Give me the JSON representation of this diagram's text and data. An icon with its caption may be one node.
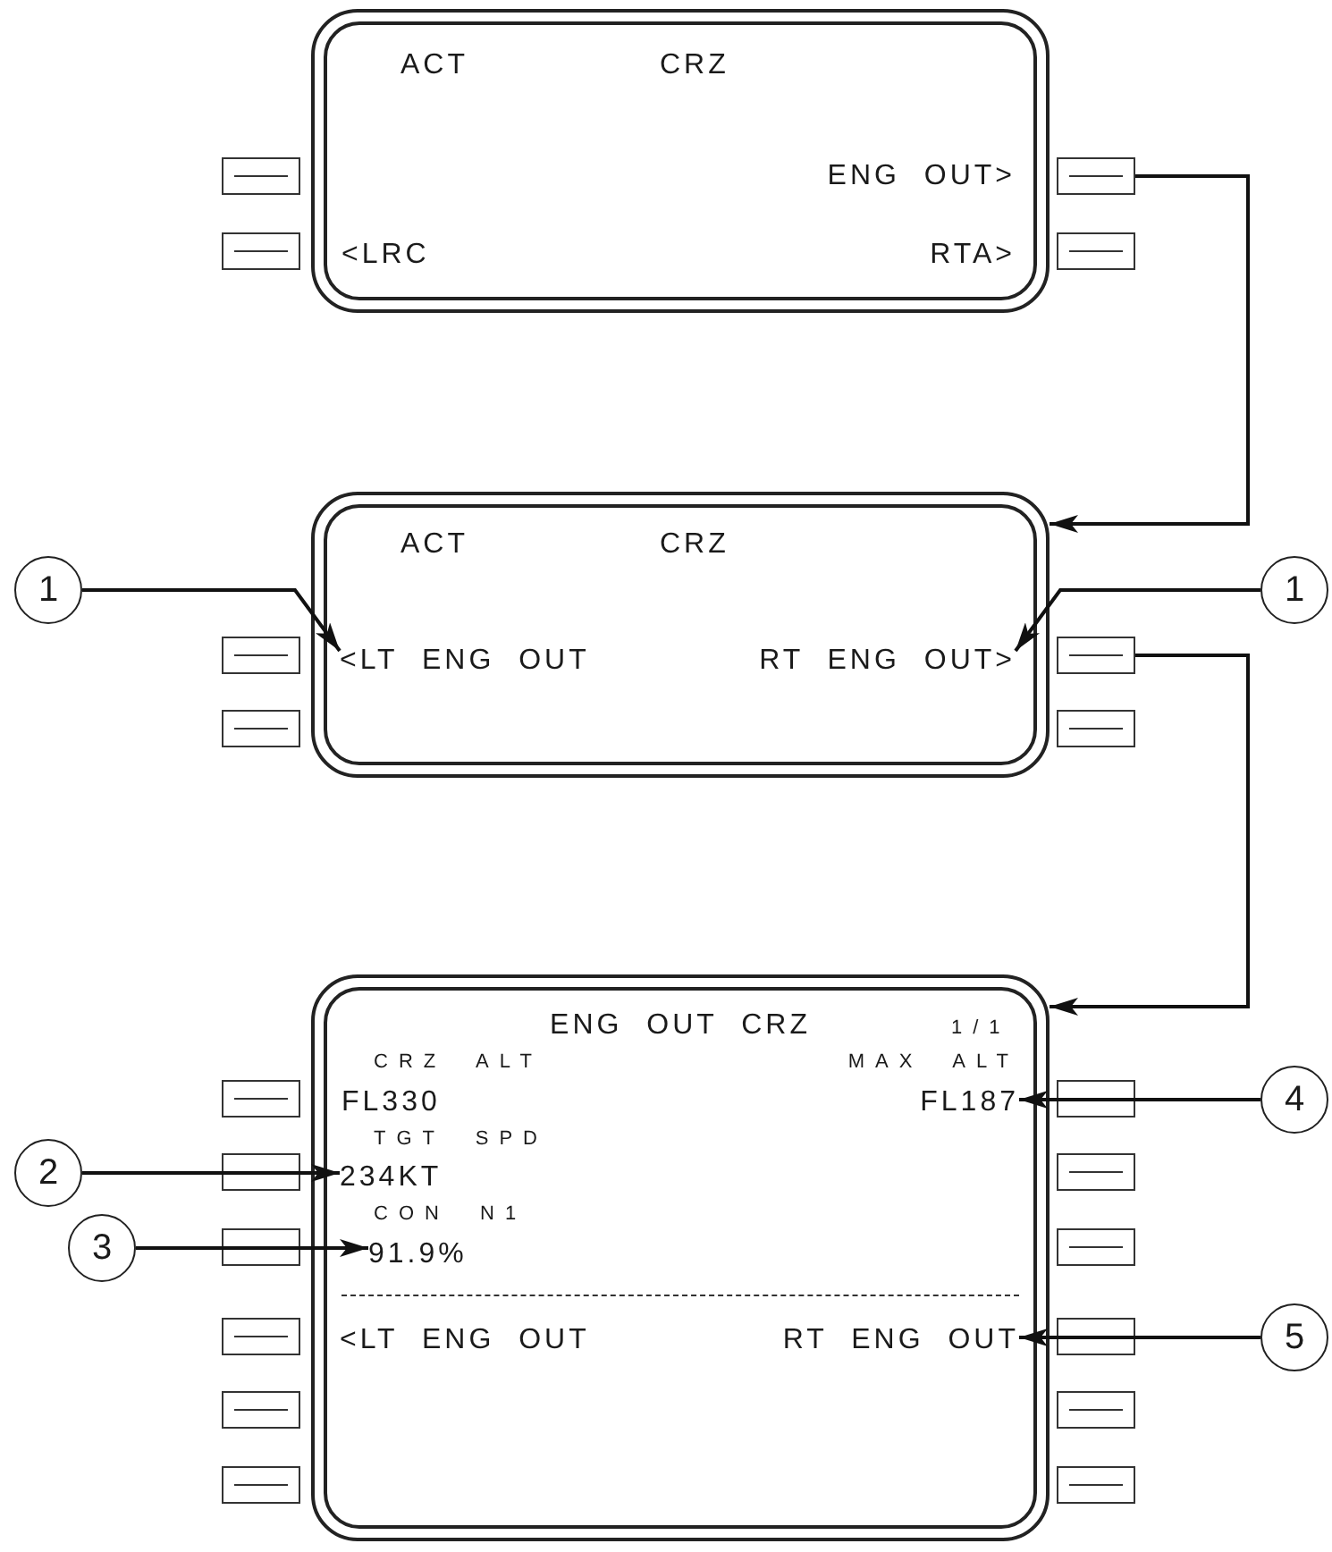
{
  "diagram": {
    "nodes": [
      {
        "text": [
          "ACT",
          "CRZ",
          "ENG OUT>",
          "<LRC",
          "RTA>"
        ]
      },
      {
        "text": [],
        "shape": "box"
      },
      {
        "text": [],
        "shape": "box"
      },
      {
        "text": [],
        "shape": "box"
      },
      {
        "text": [],
        "shape": "box"
      },
      {
        "text": [
          "ACT",
          "CRZ"
        ]
      },
      {
        "text": [
          "<LT ENG OUT"
        ],
        "in": 5
      },
      {
        "text": [
          "RT ENG OUT>"
        ],
        "in": 5
      },
      {
        "text": [
          "1"
        ]
      },
      {
        "text": [
          "1"
        ]
      },
      {
        "text": [],
        "shape": "box"
      },
      {
        "text": [],
        "shape": "box"
      },
      {
        "text": [],
        "shape": "box"
      },
      {
        "text": [],
        "shape": "box"
      },
      {
        "text": [
          "ENG OUT CRZ",
          "1/1",
          "CRZ ALT",
          "MAX ALT",
          "FL330",
          "TGT SPD",
          "CON N1",
          "<LT ENG OUT"
        ]
      },
      {
        "text": [
          "FL187"
        ],
        "in": 14
      },
      {
        "text": [
          "234KT"
        ],
        "in": 14
      },
      {
        "text": [
          "91.9%"
        ],
        "in": 14
      },
      {
        "text": [
          "RT ENG OUT"
        ],
        "in": 14
      },
      {
        "text": [
          "2"
        ]
      },
      {
        "text": [
          "3"
        ]
      },
      {
        "text": [
          "4"
        ]
      },
      {
        "text": [
          "5"
        ]
      },
      {
        "text": [],
        "shape": "box"
      },
      {
        "text": [],
        "shape": "box"
      },
      {
        "text": [],
        "shape": "box"
      },
      {
        "text": [],
        "shape": "box"
      },
      {
        "text": [],
        "shape": "box"
      },
      {
        "text": [],
        "shape": "box"
      },
      {
        "text": [],
        "shape": "box"
      },
      {
        "text": [],
        "shape": "box"
      },
      {
        "text": [],
        "shape": "box"
      },
      {
        "text": [],
        "shape": "box"
      },
      {
        "text": [],
        "shape": "box"
      },
      {
        "text": [],
        "shape": "box"
      }
    ],
    "edges": [
      {
        "from": 2,
        "to": 5,
        "arrow": "to"
      },
      {
        "from": 11,
        "to": 14,
        "arrow": "to"
      },
      {
        "from": 8,
        "to": 6,
        "arrow": "to"
      },
      {
        "from": 9,
        "to": 7,
        "arrow": "to"
      },
      {
        "from": 19,
        "to": 16,
        "arrow": "to"
      },
      {
        "from": 20,
        "to": 17,
        "arrow": "to"
      },
      {
        "from": 21,
        "to": 15,
        "arrow": "to"
      },
      {
        "from": 22,
        "to": 18,
        "arrow": "to"
      }
    ]
  }
}
